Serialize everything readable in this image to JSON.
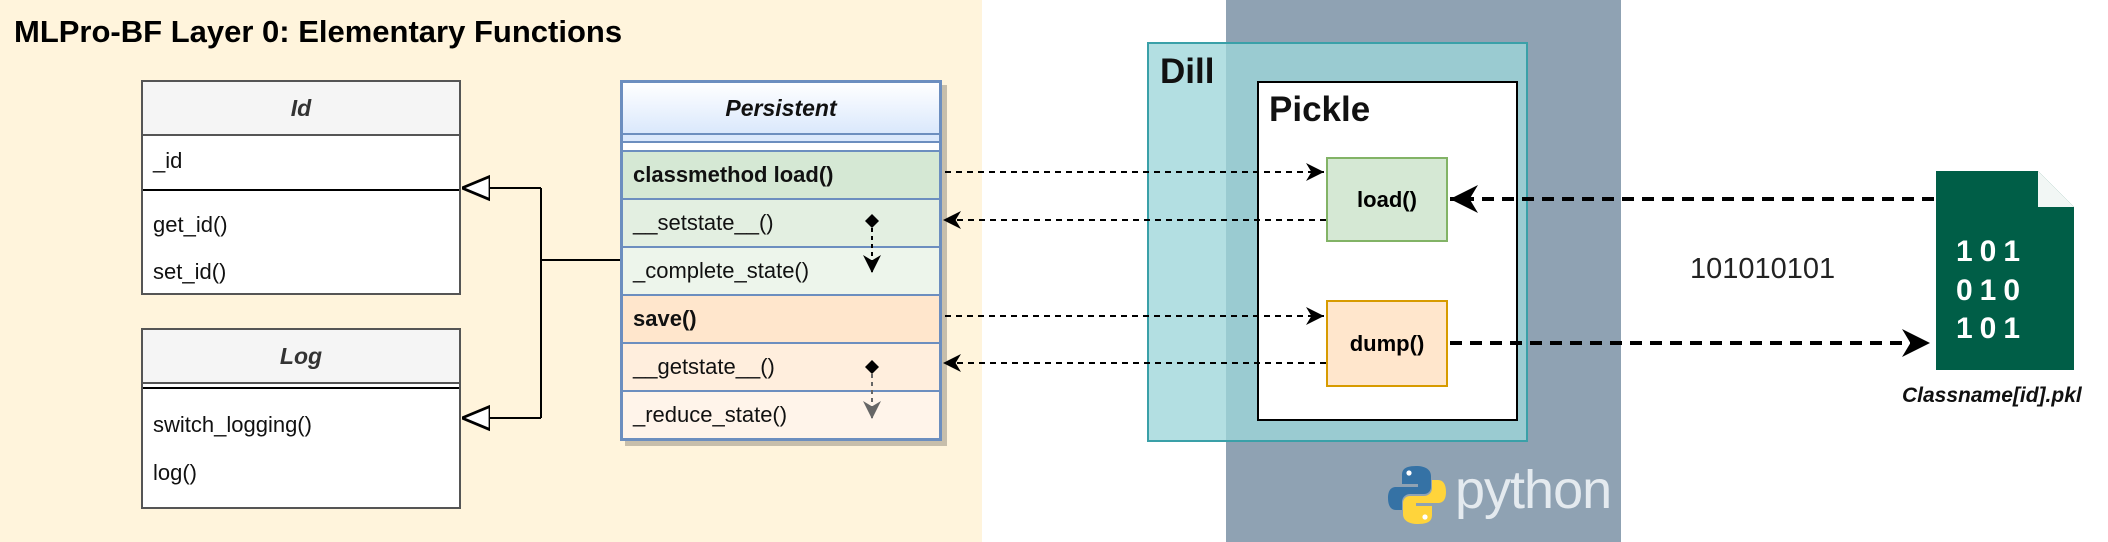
{
  "title": "MLPro-BF Layer 0: Elementary Functions",
  "id_class": {
    "name": "Id",
    "attributes": [
      "_id"
    ],
    "methods": [
      "get_id()",
      "set_id()"
    ]
  },
  "log_class": {
    "name": "Log",
    "methods": [
      "switch_logging()",
      "log()"
    ]
  },
  "persistent_class": {
    "name": "Persistent",
    "rows": [
      {
        "label": "classmethod load()"
      },
      {
        "label": "__setstate__()"
      },
      {
        "label": "_complete_state()"
      },
      {
        "label": "save()"
      },
      {
        "label": "__getstate__()"
      },
      {
        "label": "_reduce_state()"
      }
    ]
  },
  "dill": {
    "label": "Dill"
  },
  "pickle": {
    "label": "Pickle",
    "load_label": "load()",
    "dump_label": "dump()"
  },
  "binary_label": "101010101",
  "file": {
    "lines": [
      "101",
      "010",
      "101"
    ],
    "caption": "Classname[id].pkl"
  },
  "python_logo": {
    "text": "python"
  },
  "colors": {
    "left_panel_bg": "#fff4dc",
    "python_bg": "#8fa2b3",
    "dill_fill": "#9ed6da",
    "load_fill": "#d5e8d4",
    "save_fill": "#ffe6cc",
    "file_fill": "#005e47",
    "persistent_border": "#6c8ebf"
  }
}
